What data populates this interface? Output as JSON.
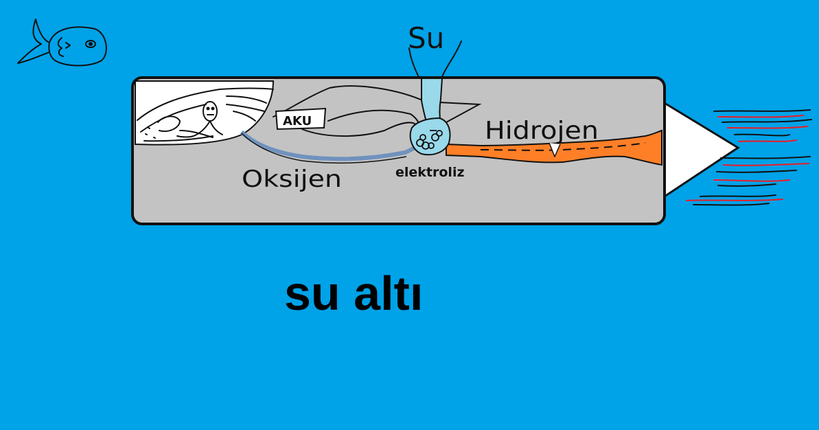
{
  "colors": {
    "background": "#00a2e8",
    "hull": "#c3c3c3",
    "oxygen_line": "#7092be",
    "hydrogen_line": "#ff7f27",
    "water": "#99d9ea",
    "exhaust": "#ed1c24"
  },
  "labels": {
    "water": "Su",
    "battery": "AKU",
    "hydrogen": "Hidrojen",
    "oxygen": "Oksijen",
    "electrolysis": "elektroliz"
  },
  "caption": "su altı",
  "icons": [
    "fish-icon",
    "pilot-figure"
  ]
}
